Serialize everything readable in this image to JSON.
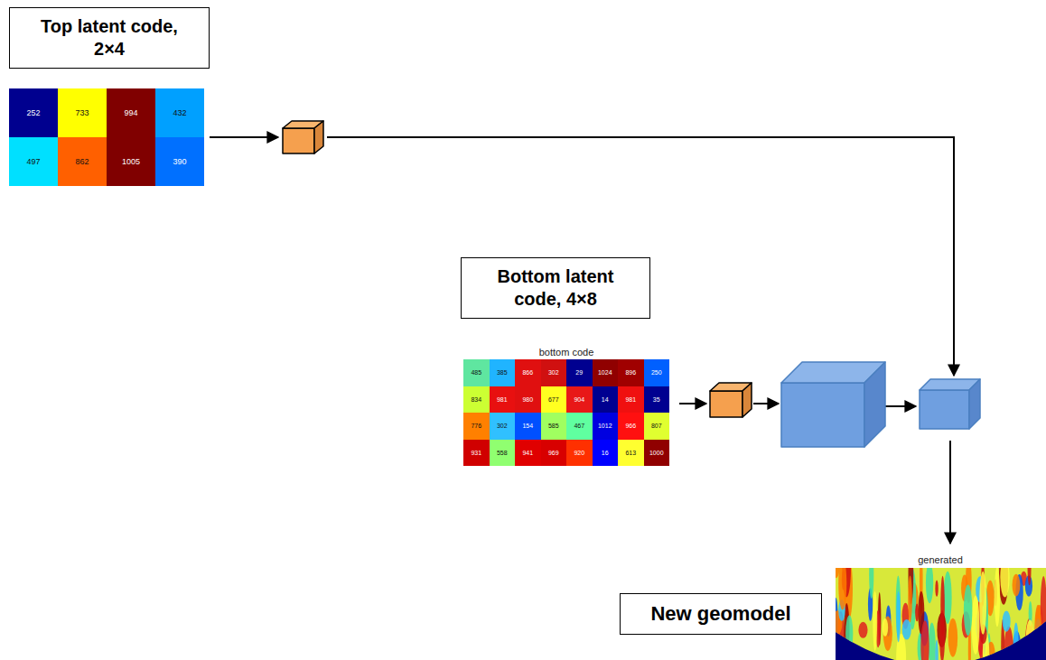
{
  "diagram": {
    "nodes": [
      {
        "text": [
          "Top latent code, 2×4"
        ]
      },
      {
        "text": [
          "Bottom latent code, 4×8"
        ]
      },
      {
        "text": [
          "New geomodel"
        ]
      }
    ],
    "labels": [
      "252",
      "733",
      "994",
      "432",
      "497",
      "862",
      "1005",
      "390",
      "bottom code",
      "485",
      "385",
      "866",
      "302",
      "29",
      "1024",
      "896",
      "250",
      "834",
      "981",
      "980",
      "677",
      "904",
      "14",
      "981",
      "35",
      "776",
      "302",
      "154",
      "585",
      "467",
      "1012",
      "966",
      "807",
      "931",
      "558",
      "941",
      "969",
      "920",
      "16",
      "613",
      "1000",
      "generated"
    ]
  }
}
